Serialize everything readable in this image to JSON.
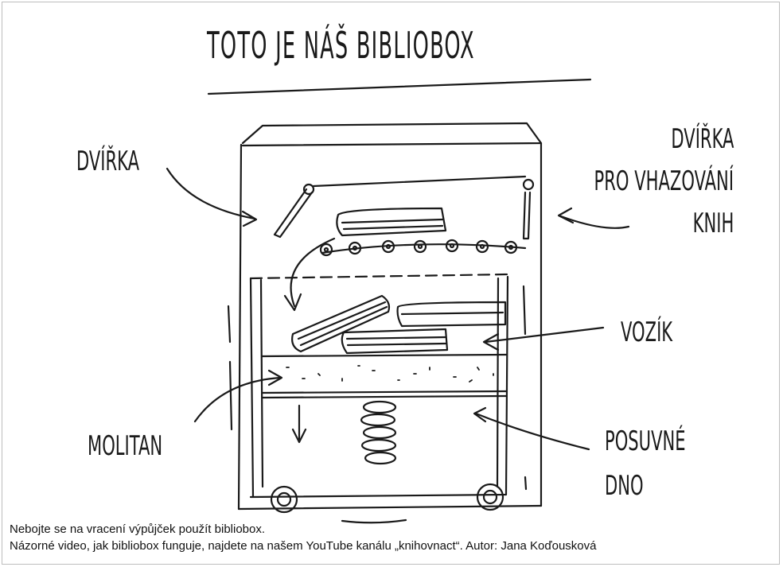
{
  "title": "TOTO JE NÁŠ BIBLIOBOX",
  "labels": {
    "dvirka": "DVÍŘKA",
    "dvirka_vhoz_line1": "DVÍŘKA",
    "dvirka_vhoz_line2": "PRO VHAZOVÁNÍ",
    "dvirka_vhoz_line3": "KNIH",
    "vozik": "VOZÍK",
    "molitan": "MOLITAN",
    "posuvne_line1": "POSUVNÉ",
    "posuvne_line2": "DNO"
  },
  "caption": {
    "line1": "Nebojte se na vracení výpůjček použít bibliobox.",
    "line2": "Názorné video, jak bibliobox funguje, najdete na našem YouTube kanálu „knihovnact“. Autor: Jana Koďousková"
  },
  "colors": {
    "ink": "#1a1a1a",
    "border": "#bdbdbd",
    "background": "#ffffff"
  }
}
